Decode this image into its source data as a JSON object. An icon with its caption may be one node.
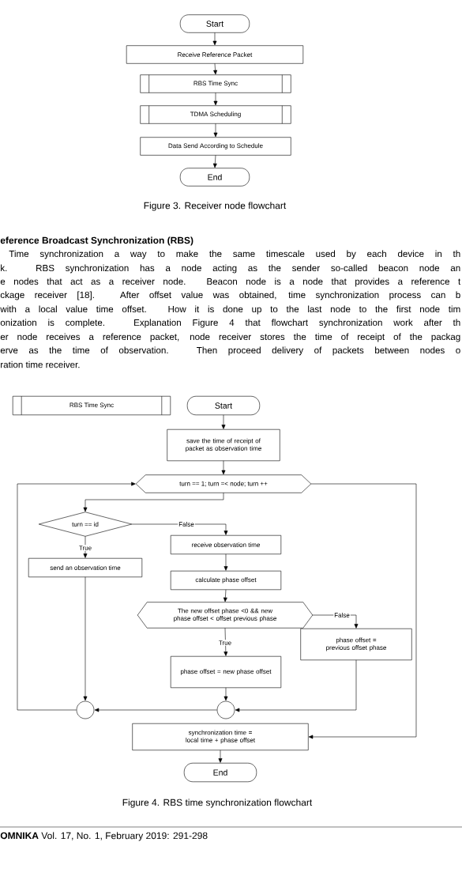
{
  "diagram": {
    "nodes": [
      {
        "text": [
          "Start"
        ]
      },
      {
        "text": [
          "Receive Reference Packet"
        ]
      },
      {
        "text": [
          "RBS Time Sync"
        ]
      },
      {
        "text": [
          "TDMA Scheduling"
        ]
      },
      {
        "text": [
          "Data Send According to Schedule"
        ]
      },
      {
        "text": [
          "End"
        ]
      },
      {
        "text": [
          "RBS Time Sync"
        ]
      },
      {
        "text": [
          "Start"
        ]
      },
      {
        "text": [
          "save the time of receipt of packet as observation time"
        ]
      },
      {
        "text": [
          "turn == 1; turn =< node; turn ++"
        ]
      },
      {
        "text": [
          "turn == id"
        ]
      },
      {
        "text": [
          "receive observation time"
        ]
      },
      {
        "text": [
          "send an observation time"
        ]
      },
      {
        "text": [
          "calculate phase offset"
        ]
      },
      {
        "text": [
          "The new offset phase <0 && new phase offset < offset previous phase"
        ]
      },
      {
        "text": [
          "phase offset = previous offset phase"
        ]
      },
      {
        "text": [
          "phase offset = new phase offset"
        ]
      },
      {
        "text": [],
        "shape": "circle"
      },
      {
        "text": [],
        "shape": "circle"
      },
      {
        "text": [
          "synchronization time = local time + phase offset"
        ]
      },
      {
        "text": [
          "End"
        ]
      }
    ],
    "edges": [
      {
        "from": 0,
        "to": 1,
        "arrow": "to"
      },
      {
        "from": 1,
        "to": 2,
        "arrow": "to"
      },
      {
        "from": 2,
        "to": 3,
        "arrow": "to"
      },
      {
        "from": 3,
        "to": 4,
        "arrow": "to"
      },
      {
        "from": 4,
        "to": 5,
        "arrow": "to"
      },
      {
        "from": 7,
        "to": 8,
        "arrow": "to"
      },
      {
        "from": 8,
        "to": 9,
        "arrow": "to"
      },
      {
        "from": 9,
        "to": 10,
        "arrow": "to"
      },
      {
        "from": 10,
        "to": 11,
        "arrow": "to",
        "label": "False"
      },
      {
        "from": 10,
        "to": 12,
        "arrow": "to",
        "label": "True"
      },
      {
        "from": 11,
        "to": 13,
        "arrow": "to"
      },
      {
        "from": 13,
        "to": 14,
        "arrow": "to"
      },
      {
        "from": 14,
        "to": 15,
        "arrow": "to",
        "label": "False"
      },
      {
        "from": 14,
        "to": 16,
        "arrow": "to",
        "label": "True"
      },
      {
        "from": 12,
        "to": 17,
        "arrow": "to"
      },
      {
        "from": 16,
        "to": 18,
        "arrow": "to"
      },
      {
        "from": 15,
        "to": 18,
        "arrow": "to"
      },
      {
        "from": 18,
        "to": 17,
        "arrow": "to"
      },
      {
        "from": 17,
        "to": 9,
        "arrow": "to"
      },
      {
        "from": 9,
        "to": 19,
        "arrow": "to"
      },
      {
        "from": 19,
        "to": 20,
        "arrow": "to"
      }
    ],
    "labels": [
      "Figure 3. Receiver node flowchart",
      "eference Broadcast Synchronization (RBS)",
      "Time synchronization a way to make the same timescale used by each device in th",
      "k. RBS synchronization has a node acting as the sender so-called beacon node an",
      "e nodes that act as a receiver node. Beacon node is a node that provides a reference t",
      "ckage receiver [18]. After offset value was obtained, time synchronization process can b",
      "with a local value time offset. How it is done up to the last node to the first node tim",
      "onization is complete. Explanation Figure 4 that flowchart synchronization work after th",
      "er node receives a reference packet, node receiver stores the time of receipt of the packag",
      "erve as the time of observation. Then proceed delivery of packets between nodes o",
      "ration time receiver.",
      "Figure 4. RBS time synchronization flowchart",
      "**OMNIKA**  Vol. 17, No. 1, February 2019:  291-298"
    ]
  }
}
